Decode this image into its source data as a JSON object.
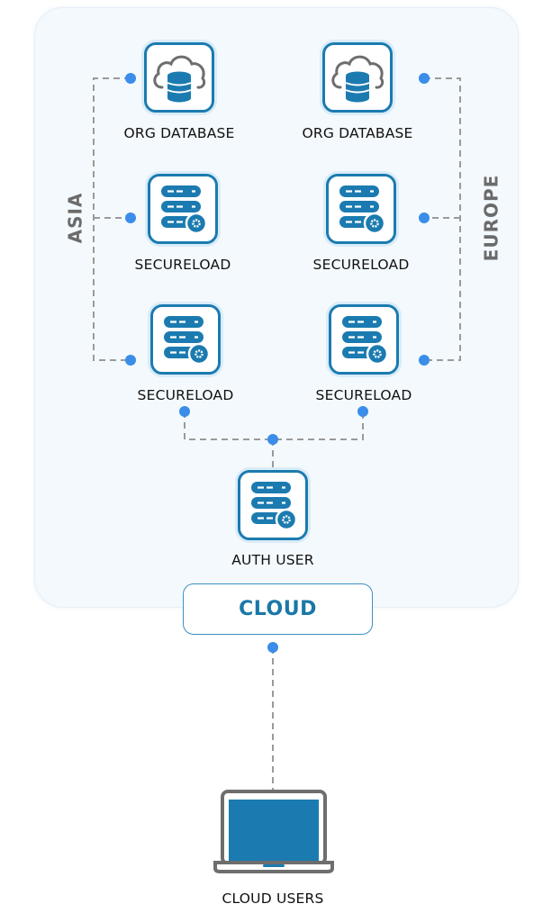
{
  "diagram": {
    "regions": {
      "left": "ASIA",
      "right": "EUROPE"
    },
    "nodes": {
      "asia_db": {
        "label": "ORG DATABASE",
        "icon": "cloud-database-icon"
      },
      "europe_db": {
        "label": "ORG DATABASE",
        "icon": "cloud-database-icon"
      },
      "asia_secureload_1": {
        "label": "SECURELOAD",
        "icon": "server-gear-icon"
      },
      "europe_secureload_1": {
        "label": "SECURELOAD",
        "icon": "server-gear-icon"
      },
      "asia_secureload_2": {
        "label": "SECURELOAD",
        "icon": "server-gear-icon"
      },
      "europe_secureload_2": {
        "label": "SECURELOAD",
        "icon": "server-gear-icon"
      },
      "auth_user": {
        "label": "AUTH USER",
        "icon": "server-gear-icon"
      }
    },
    "cloud": {
      "label": "CLOUD"
    },
    "users": {
      "label": "CLOUD USERS",
      "icon": "laptop-icon"
    },
    "colors": {
      "accent": "#1b7bb0",
      "dot": "#3a8de8",
      "connector": "#9a9a9a",
      "region_text": "#6b6b6b",
      "panel_bg": "#f4f9fd"
    },
    "connections": [
      [
        "asia_db",
        "asia_secureload_1",
        "asia_secureload_2"
      ],
      [
        "europe_db",
        "europe_secureload_1",
        "europe_secureload_2"
      ],
      [
        "asia_secureload_2",
        "auth_user"
      ],
      [
        "europe_secureload_2",
        "auth_user"
      ],
      [
        "cloud",
        "users"
      ]
    ]
  }
}
